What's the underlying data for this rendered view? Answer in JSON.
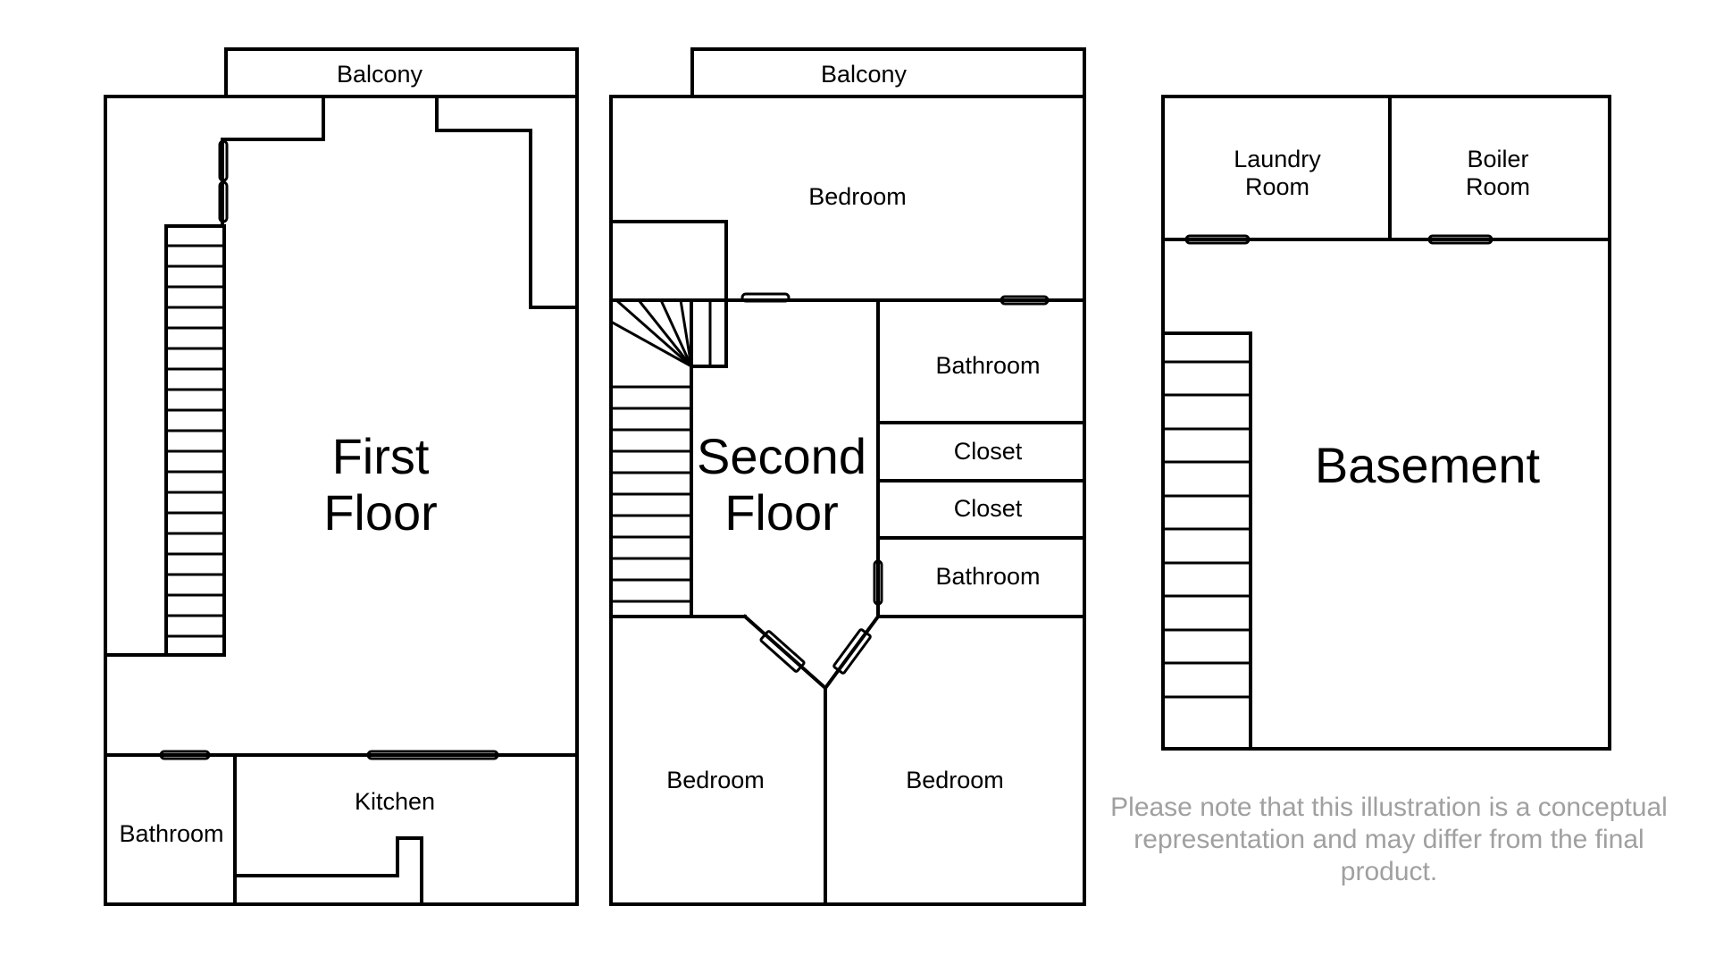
{
  "colors": {
    "wall": "#000000",
    "background": "#ffffff",
    "note_text": "#a0a0a0"
  },
  "first_floor": {
    "title_line1": "First",
    "title_line2": "Floor",
    "rooms": {
      "balcony": "Balcony",
      "bathroom": "Bathroom",
      "kitchen": "Kitchen"
    }
  },
  "second_floor": {
    "title_line1": "Second",
    "title_line2": "Floor",
    "rooms": {
      "balcony": "Balcony",
      "bedroom_top": "Bedroom",
      "bathroom_upper": "Bathroom",
      "closet_upper": "Closet",
      "closet_lower": "Closet",
      "bathroom_lower": "Bathroom",
      "bedroom_left": "Bedroom",
      "bedroom_right": "Bedroom"
    }
  },
  "basement": {
    "title": "Basement",
    "rooms": {
      "laundry_line1": "Laundry",
      "laundry_line2": "Room",
      "boiler_line1": "Boiler",
      "boiler_line2": "Room"
    }
  },
  "disclaimer": "Please note that this illustration is a conceptual representation and may differ from the final product."
}
